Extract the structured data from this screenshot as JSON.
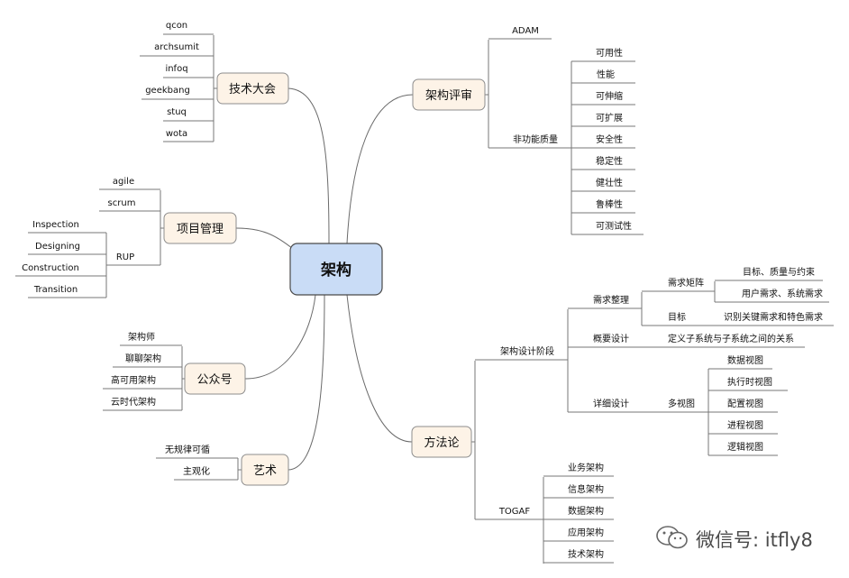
{
  "center": "架构",
  "branches": {
    "conf": {
      "label": "技术大会",
      "items": [
        "qcon",
        "archsumit",
        "infoq",
        "geekbang",
        "stuq",
        "wota"
      ]
    },
    "pm": {
      "label": "项目管理",
      "agile": "agile",
      "scrum": "scrum",
      "rup": "RUP",
      "rup_items": [
        "Inspection",
        "Designing",
        "Construction",
        "Transition"
      ]
    },
    "wechat": {
      "label": "公众号",
      "items": [
        "架构师",
        "聊聊架构",
        "高可用架构",
        "云时代架构"
      ]
    },
    "art": {
      "label": "艺术",
      "items": [
        "无规律可循",
        "主观化"
      ]
    },
    "review": {
      "label": "架构评审",
      "adam": "ADAM",
      "nfq": "非功能质量",
      "nfq_items": [
        "可用性",
        "性能",
        "可伸缩",
        "可扩展",
        "安全性",
        "稳定性",
        "健壮性",
        "鲁棒性",
        "可测试性"
      ]
    },
    "method": {
      "label": "方法论",
      "design_phase": "架构设计阶段",
      "req": "需求整理",
      "matrix": "需求矩阵",
      "matrix_items": [
        "目标、质量与约束",
        "用户需求、系统需求"
      ],
      "goal": "目标",
      "goal_item": "识别关键需求和特色需求",
      "overview": "概要设计",
      "overview_item": "定义子系统与子系统之间的关系",
      "detail": "详细设计",
      "multiview": "多视图",
      "views": [
        "数据视图",
        "执行时视图",
        "配置视图",
        "进程视图",
        "逻辑视图"
      ],
      "togaf": "TOGAF",
      "togaf_items": [
        "业务架构",
        "信息架构",
        "数据架构",
        "应用架构",
        "技术架构"
      ]
    }
  },
  "watermark": {
    "text": "微信号: itfly8",
    "icon": "wechat-icon"
  }
}
